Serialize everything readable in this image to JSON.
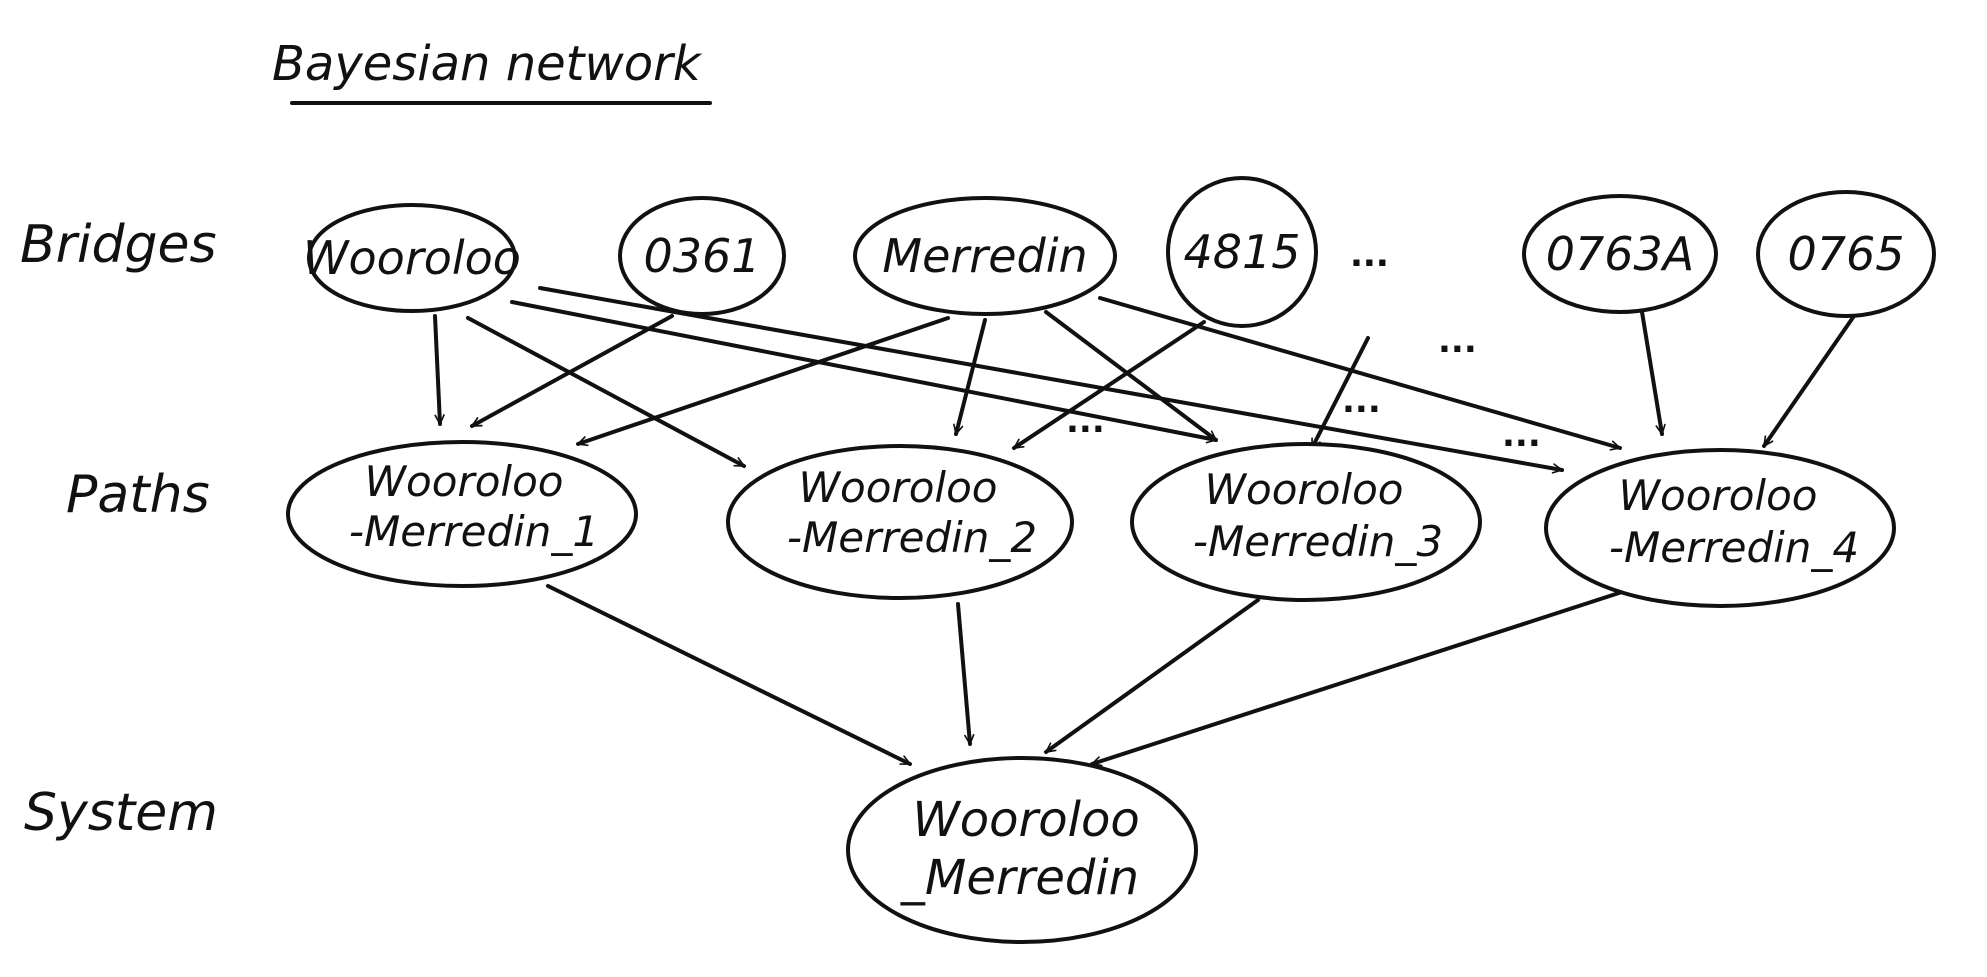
{
  "title": "Bayesian network",
  "row_labels": {
    "bridges": "Bridges",
    "paths": "Paths",
    "system": "System"
  },
  "nodes": {
    "wooroloo": "Wooroloo",
    "b0361": "0361",
    "merredin": "Merredin",
    "b4815": "4815",
    "b0763a": "0763A",
    "b0765": "0765",
    "path1": [
      "Wooroloo",
      "-Merredin_1"
    ],
    "path2": [
      "Wooroloo",
      "-Merredin_2"
    ],
    "path3": [
      "Wooroloo",
      "-Merredin_3"
    ],
    "path4": [
      "Wooroloo",
      "-Merredin_4"
    ],
    "system": [
      "Wooroloo",
      "_Merredin"
    ]
  },
  "ellipsis": "...",
  "colors": {
    "stroke": "#111111",
    "background": "#ffffff"
  }
}
